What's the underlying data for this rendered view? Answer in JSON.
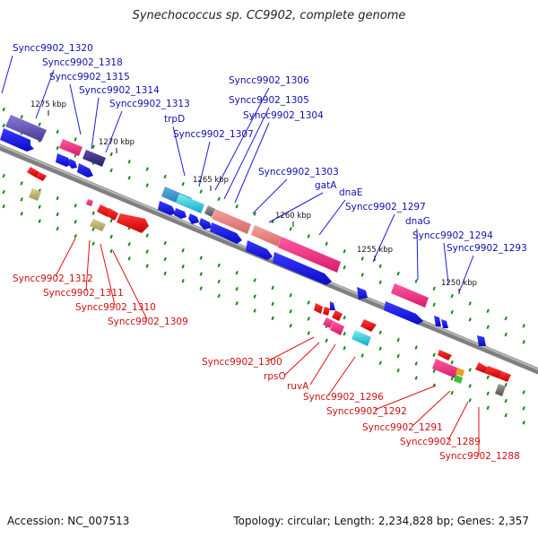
{
  "title": "Synechococcus sp. CC9902, complete genome",
  "footer": {
    "accession": "Accession: NC_007513",
    "stats": "Topology: circular; Length: 2,234,828 bp; Genes: 2,357"
  },
  "colors": {
    "top_strand": "#1a1ae0",
    "bottom_strand": "#e01010",
    "backbone": "#808080"
  },
  "kbp_ticks": [
    "1275 kbp",
    "1270 kbp",
    "1265 kbp",
    "1260 kbp",
    "1255 kbp",
    "1250 kbp"
  ],
  "top_labels": [
    "Syncc9902_1320",
    "Syncc9902_1318",
    "Syncc9902_1315",
    "Syncc9902_1314",
    "Syncc9902_1313",
    "trpD",
    "Syncc9902_1307",
    "Syncc9902_1306",
    "Syncc9902_1305",
    "Syncc9902_1304",
    "Syncc9902_1303",
    "gatA",
    "dnaE",
    "Syncc9902_1297",
    "dnaG",
    "Syncc9902_1294",
    "Syncc9902_1293"
  ],
  "bottom_labels": [
    "Syncc9902_1312",
    "Syncc9902_1311",
    "Syncc9902_1310",
    "Syncc9902_1309",
    "Syncc9902_1300",
    "rpsO",
    "ruvA",
    "Syncc9902_1296",
    "Syncc9902_1292",
    "Syncc9902_1291",
    "Syncc9902_1289",
    "Syncc9902_1288"
  ]
}
